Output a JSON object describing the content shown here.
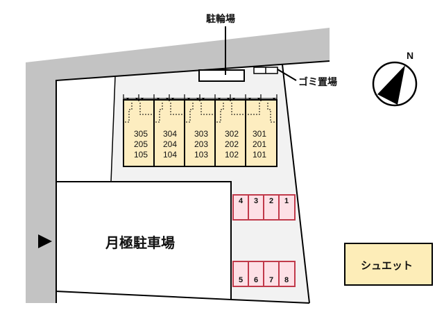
{
  "labels": {
    "bicycle_parking": "駐輪場",
    "garbage_area": "ゴミ置場",
    "monthly_parking": "月極駐車場",
    "neighbor_store": "シュエット",
    "north": "N"
  },
  "building": {
    "units": [
      {
        "floors": [
          "305",
          "205",
          "105"
        ]
      },
      {
        "floors": [
          "304",
          "204",
          "104"
        ]
      },
      {
        "floors": [
          "303",
          "203",
          "103"
        ]
      },
      {
        "floors": [
          "302",
          "202",
          "102"
        ]
      },
      {
        "floors": [
          "301",
          "201",
          "101"
        ]
      }
    ]
  },
  "parking_slots": {
    "top_row": [
      "4",
      "3",
      "2",
      "1"
    ],
    "bottom_row": [
      "5",
      "6",
      "7",
      "8"
    ]
  },
  "colors": {
    "road": "#c3c3c3",
    "lot": "#f2f2f2",
    "unit_fill": "#fdedc0",
    "slot_fill": "#fde0e6",
    "slot_border": "#c0394a",
    "store_fill": "#fdedb8"
  }
}
